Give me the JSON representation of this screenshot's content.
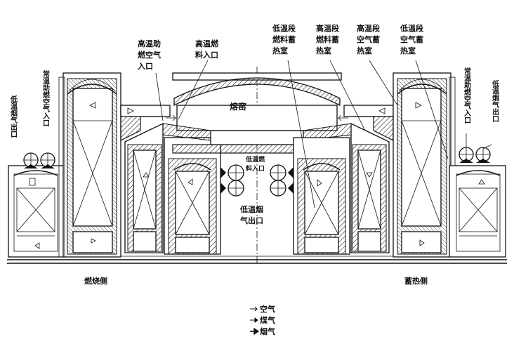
{
  "labels": {
    "low_air_out_left": "低温烟气出口",
    "normal_air_in_left": "常温助燃空气入口",
    "high_air_in": "高温助燃空气入口",
    "high_fuel_in": "高温燃料入口",
    "low_fuel_regen": "低温段燃料蓄热室",
    "high_fuel_regen": "高温段燃料蓄热室",
    "high_air_regen": "高温段空气蓄热室",
    "low_air_regen": "低温段空气蓄热室",
    "normal_air_in_right": "常温助燃空气入口",
    "low_flue_out_right": "低温烟气出口",
    "furnace": "熔窑",
    "low_fuel_in": "低温燃料入口",
    "low_flue_out_center": "低温烟气出口",
    "combustion_side": "燃烧侧",
    "regen_side": "蓄热侧"
  },
  "legend": [
    {
      "label": "空气"
    },
    {
      "label": "煤气"
    },
    {
      "label": "烟气"
    }
  ]
}
